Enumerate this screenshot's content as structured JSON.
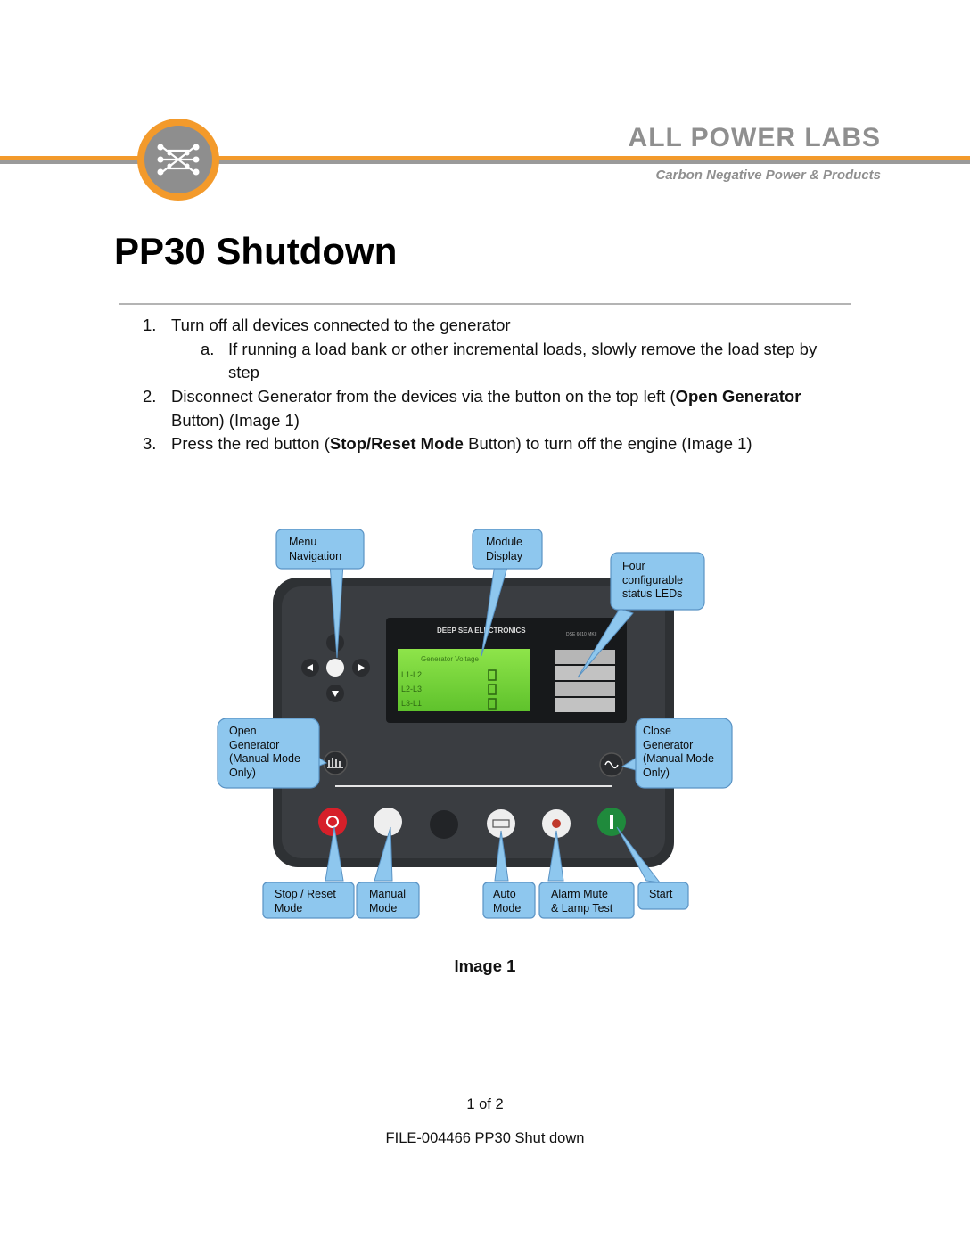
{
  "header": {
    "brand_name": "ALL POWER LABS",
    "brand_tagline": "Carbon Negative Power & Products",
    "colors": {
      "orange": "#f39a2b",
      "gray": "#8f8f8f"
    }
  },
  "title": "PP30 Shutdown",
  "steps": [
    {
      "num": "1.",
      "text": "Turn off all devices connected to the generator"
    },
    {
      "num": "a.",
      "text_line1": "If running a load bank or other incremental loads, slowly remove the load step by",
      "text_line2": "step"
    },
    {
      "num": "2.",
      "pre": "Disconnect Generator from the devices via the button on the top left  (",
      "bold": "Open Generator",
      "post_line2": "Button) (Image 1)"
    },
    {
      "num": "3.",
      "pre": "Press the red button (",
      "bold": "Stop/Reset Mode",
      "post": " Button) to turn off the engine (Image 1)"
    }
  ],
  "figure": {
    "panel_brand": "DEEP SEA ELECTRONICS",
    "panel_model": "DSE 6010 MKII",
    "screen_header": "Generator Voltage",
    "screen_rows": [
      "L1-L2",
      "L2-L3",
      "L3-L1"
    ],
    "callouts": {
      "menu_navigation": [
        "Menu",
        "Navigation"
      ],
      "module_display": [
        "Module",
        "Display"
      ],
      "status_leds": [
        "Four",
        "configurable",
        "status LEDs"
      ],
      "open_generator": [
        "Open",
        "Generator",
        "(Manual Mode",
        "Only)"
      ],
      "close_generator": [
        "Close",
        "Generator",
        "(Manual Mode",
        "Only)"
      ],
      "stop_reset": [
        "Stop / Reset",
        "Mode"
      ],
      "manual_mode": [
        "Manual",
        "Mode"
      ],
      "auto_mode": [
        "Auto",
        "Mode"
      ],
      "alarm_mute": [
        "Alarm Mute",
        "& Lamp Test"
      ],
      "start": [
        "Start"
      ]
    }
  },
  "caption": "Image 1",
  "footer": {
    "page": "1 of 2",
    "file_id": "FILE-004466 PP30 Shut down"
  }
}
